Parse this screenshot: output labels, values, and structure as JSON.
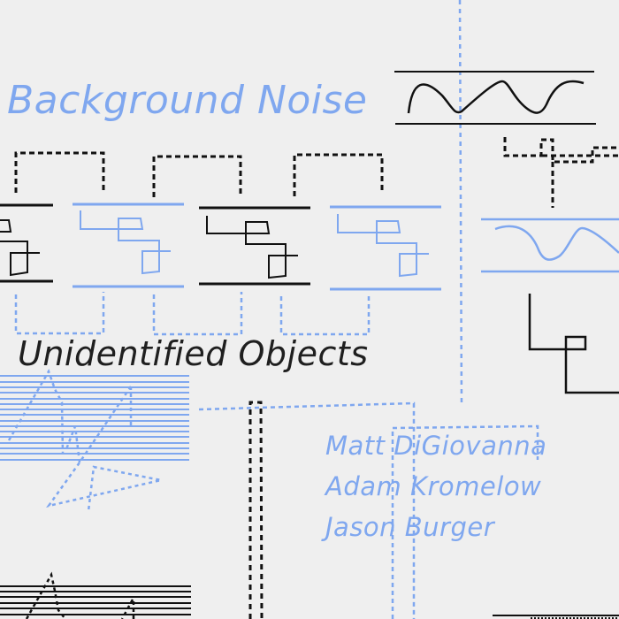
{
  "cover": {
    "title": "Background Noise",
    "subtitle": "Unidentified Objects",
    "artists": [
      "Matt DiGiovanna",
      "Adam Kromelow",
      "Jason Burger"
    ]
  },
  "colors": {
    "background": "#efefef",
    "blue": "#7fa7ef",
    "black": "#111111"
  }
}
